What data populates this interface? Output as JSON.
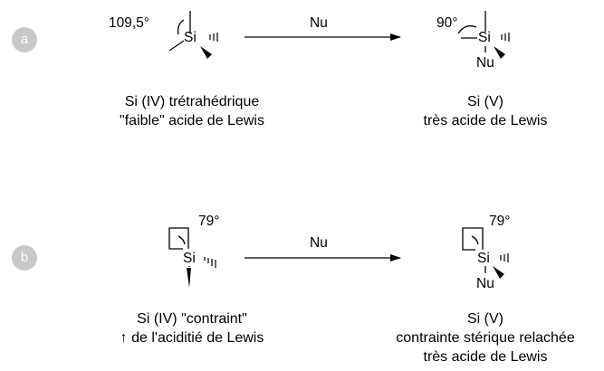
{
  "panel_a": {
    "badge": "a",
    "reactant": {
      "angle": "109,5°",
      "atom": "Si"
    },
    "reagent": "Nu",
    "product": {
      "angle": "90°",
      "atom": "Si",
      "nucleophile": "Nu"
    },
    "reactant_caption": [
      "Si (IV) trétrahédrique",
      "\"faible\" acide de Lewis"
    ],
    "product_caption": [
      "Si (V)",
      "très acide de Lewis"
    ]
  },
  "panel_b": {
    "badge": "b",
    "reactant": {
      "angle": "79°",
      "atom": "Si"
    },
    "reagent": "Nu",
    "product": {
      "angle": "79°",
      "atom": "Si",
      "nucleophile": "Nu"
    },
    "reactant_caption": [
      "Si (IV) \"contraint\"",
      "↑ de l'aciditié de Lewis"
    ],
    "product_caption": [
      "Si (V)",
      "contrainte stérique relachée",
      "très acide de Lewis"
    ]
  },
  "colors": {
    "badge": "#c8c8c8",
    "ink": "#000000"
  }
}
